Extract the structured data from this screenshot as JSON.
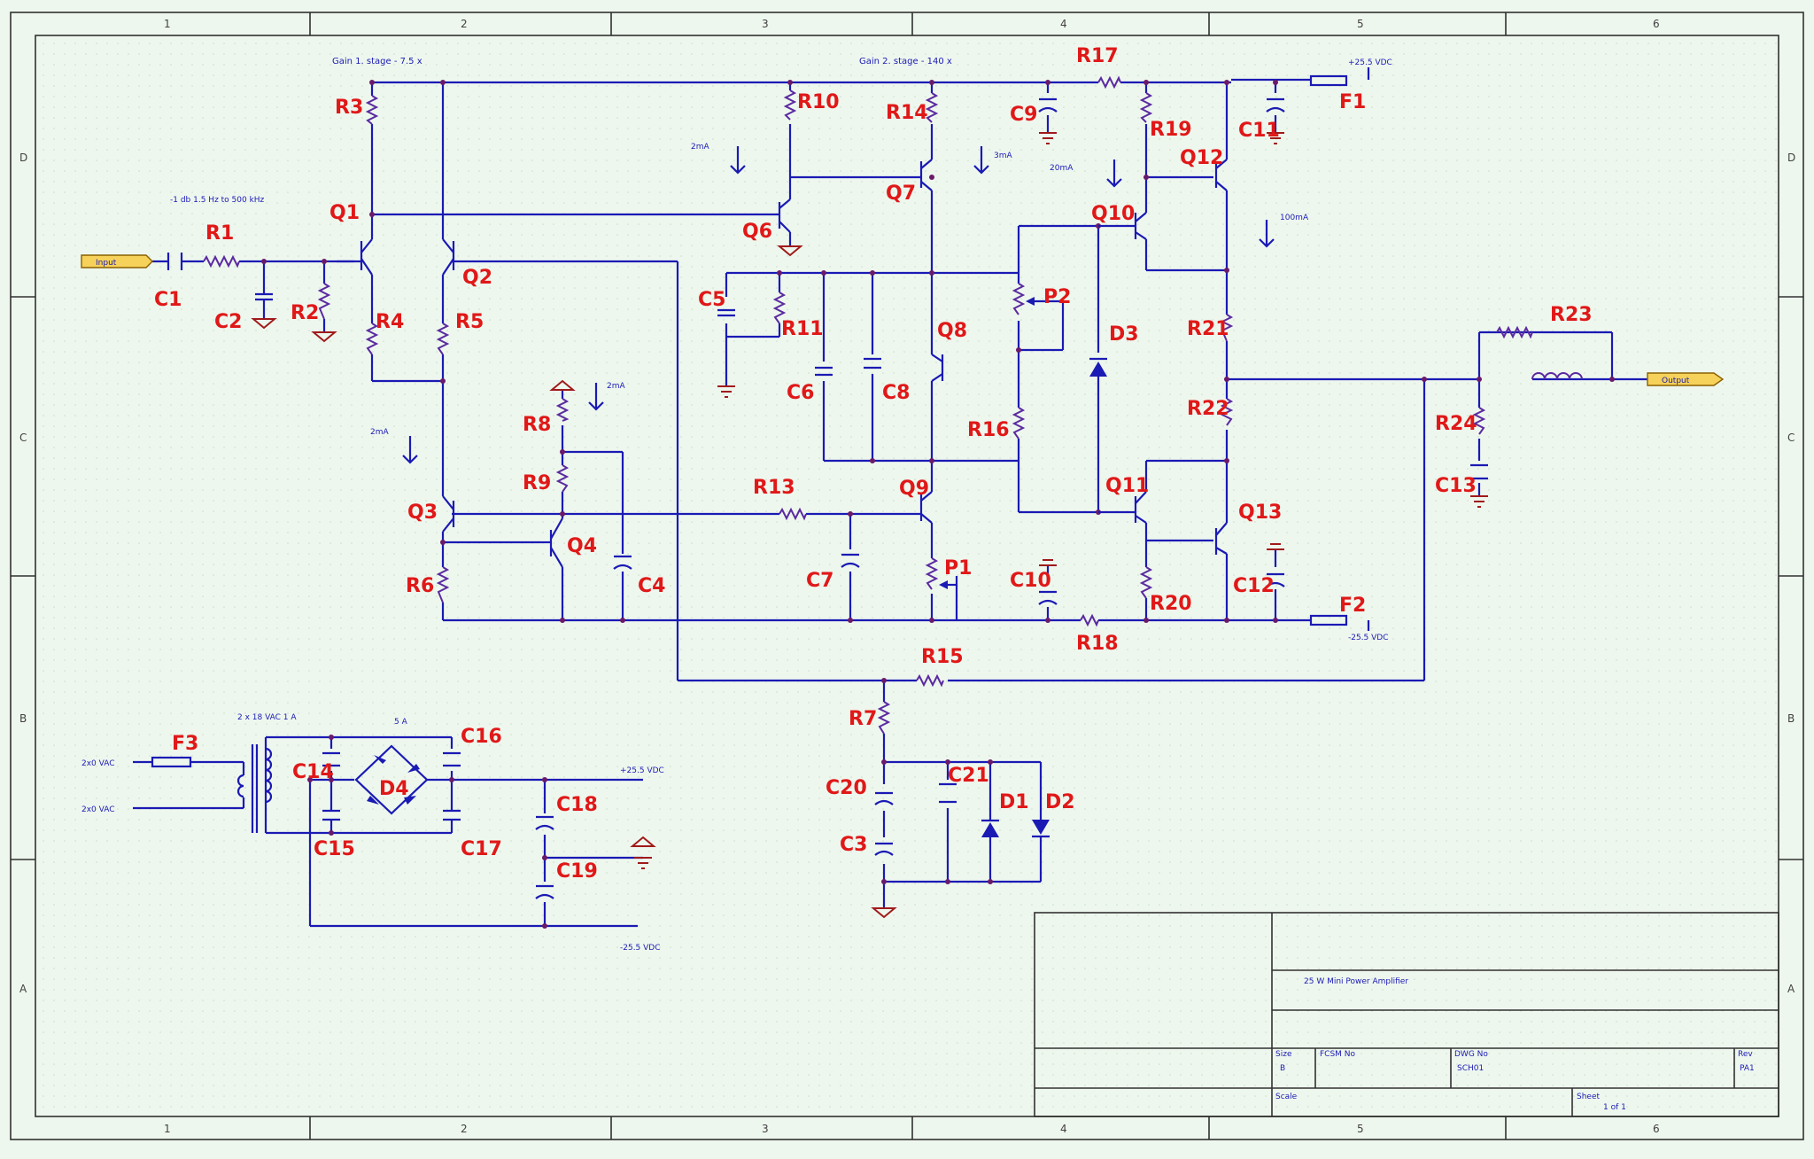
{
  "title_block": {
    "title": "25 W Mini Power Amplifier",
    "size_label": "Size",
    "size_value": "B",
    "fcsm_label": "FCSM No",
    "dwg_label": "DWG No",
    "dwg_value": "SCH01",
    "rev_label": "Rev",
    "rev_value": "PA1",
    "scale_label": "Scale",
    "sheet_label": "Sheet",
    "sheet_value": "1 of 1"
  },
  "zones": {
    "cols": [
      "1",
      "2",
      "3",
      "4",
      "5",
      "6"
    ],
    "rows": [
      "D",
      "C",
      "B",
      "A"
    ]
  },
  "notes": {
    "gain1": "Gain 1. stage - 7.5 x",
    "gain2": "Gain 2. stage - 140 x",
    "bandwidth": "-1 db 1.5 Hz to 500 kHz",
    "ports": {
      "input": "Input",
      "output": "Output"
    },
    "supplies": {
      "pos": "+25.5 VDC",
      "neg": "-25.5 VDC",
      "ac": "2x0 VAC"
    },
    "transformer": "2 x 18 VAC 1 A",
    "bridge_rating": "5 A",
    "currents": [
      "2mA",
      "2mA",
      "2mA",
      "3mA",
      "20mA",
      "100mA"
    ]
  },
  "labels": {
    "q": [
      "Q1",
      "Q2",
      "Q3",
      "Q4",
      "Q6",
      "Q7",
      "Q8",
      "Q9",
      "Q10",
      "Q11",
      "Q12",
      "Q13"
    ],
    "r": [
      "R1",
      "R2",
      "R3",
      "R4",
      "R5",
      "R6",
      "R7",
      "R8",
      "R9",
      "R10",
      "R11",
      "R13",
      "R14",
      "R15",
      "R16",
      "R17",
      "R18",
      "R19",
      "R20",
      "R21",
      "R22",
      "R23",
      "R24"
    ],
    "c": [
      "C1",
      "C2",
      "C3",
      "C4",
      "C5",
      "C6",
      "C7",
      "C8",
      "C9",
      "C10",
      "C11",
      "C12",
      "C13",
      "C14",
      "C15",
      "C16",
      "C17",
      "C18",
      "C19",
      "C20",
      "C21"
    ],
    "d": [
      "D1",
      "D2",
      "D3",
      "D4"
    ],
    "f": [
      "F1",
      "F2",
      "F3"
    ],
    "p": [
      "P1",
      "P2"
    ]
  },
  "colors": {
    "wire": "#1a1ab4",
    "label": "#e01818",
    "ground": "#a01a1a",
    "background": "#eef7ee"
  }
}
